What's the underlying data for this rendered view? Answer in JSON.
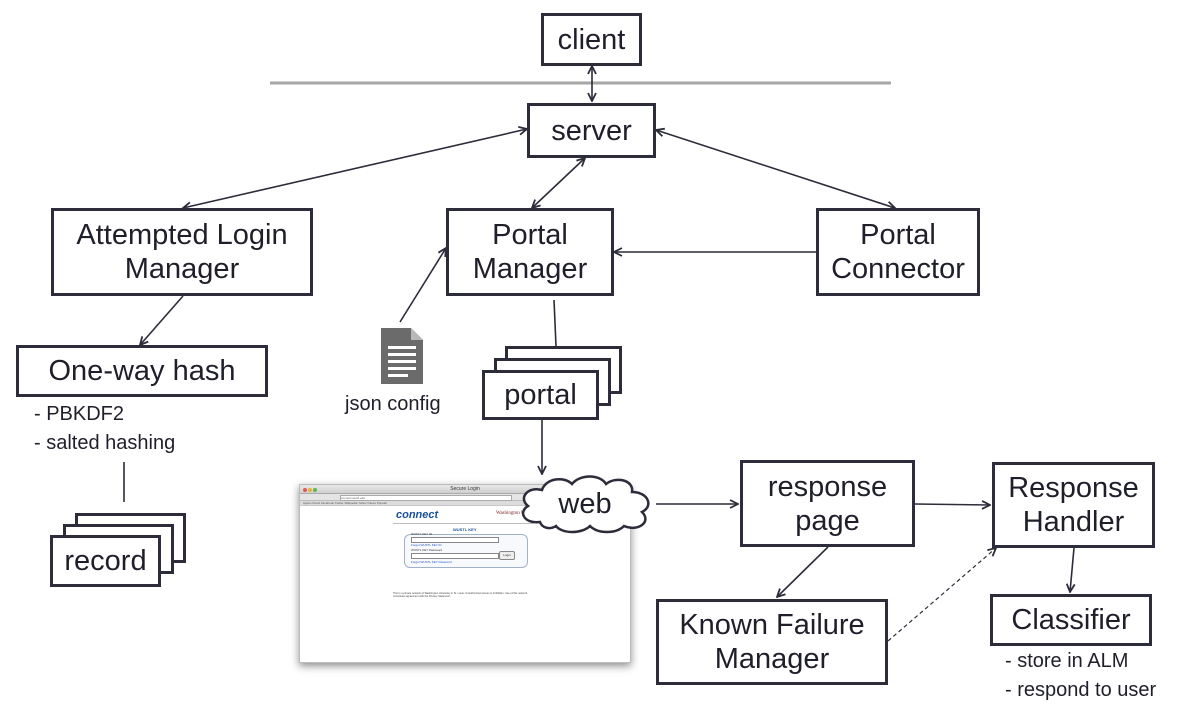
{
  "nodes": {
    "client": "client",
    "server": "server",
    "attempted_login_manager": [
      "Attempted Login",
      "Manager"
    ],
    "portal_manager": [
      "Portal",
      "Manager"
    ],
    "portal_connector": [
      "Portal",
      "Connector"
    ],
    "one_way_hash": "One-way hash",
    "record": "record",
    "portal": "portal",
    "web": "web",
    "response_page": [
      "response",
      "page"
    ],
    "response_handler": [
      "Response",
      "Handler"
    ],
    "known_failure_manager": [
      "Known Failure",
      "Manager"
    ],
    "classifier": "Classifier"
  },
  "notes": {
    "hash": [
      "- PBKDF2",
      "- salted hashing"
    ],
    "classifier": [
      "- store in ALM",
      "- respond to user"
    ],
    "json_config": "json config"
  },
  "icons": {
    "json_config": "document-icon"
  },
  "screenshot": {
    "window_title": "Secure Login",
    "url": "connect.wustl.edu",
    "bookmarks": "Apple  iCloud  Facebook  Twitter  Wikipedia  Yahoo!  News  Popular",
    "brand": "connect",
    "university": "Washington University",
    "login_title": "WUSTL KEY",
    "key_label": "WUSTL KEY ID",
    "password_label": "WUSTL KEY Password",
    "login_button": "Login",
    "forgot_id": "Forgot WUSTL KEY ID",
    "forgot_password": "Forgot WUSTL KEY Password",
    "footer": "This is a private network of Washington University in St. Louis. Unauthorized access is forbidden. Use of this network constitutes agreement with the Privacy Statement."
  },
  "colors": {
    "stroke": "#2c2c3a",
    "separator": "#a6a6a6",
    "text": "#1f1f2b",
    "icon": "#6b6b6b"
  }
}
